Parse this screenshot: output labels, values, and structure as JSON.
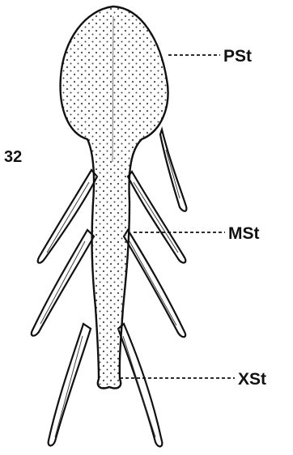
{
  "figure": {
    "number": "32",
    "labels": {
      "prosternum": "PSt",
      "mesosternum": "MSt",
      "xiphisternum": "XSt"
    }
  },
  "colors": {
    "ink": "#111111",
    "stipple": "#444444",
    "background": "#ffffff"
  }
}
